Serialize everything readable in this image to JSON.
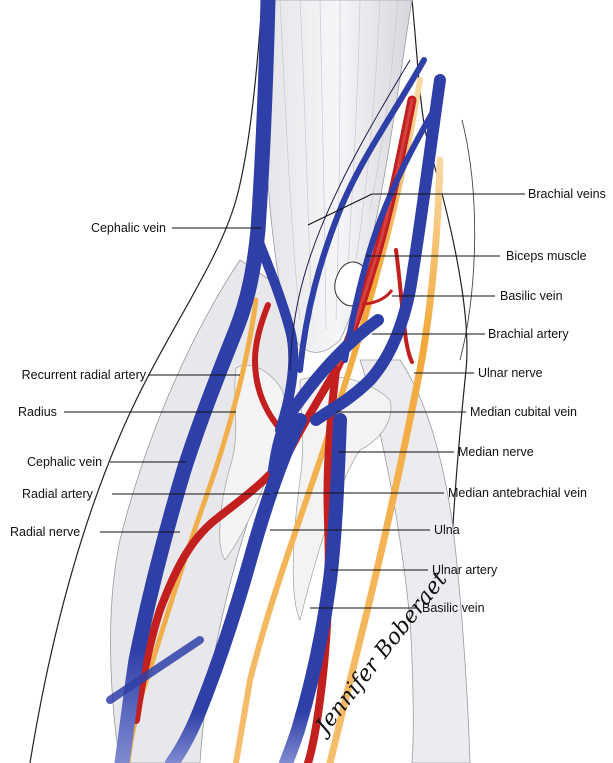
{
  "labels": {
    "cephalic_vein_top": "Cephalic vein",
    "recurrent_radial_artery": "Recurrent radial artery",
    "radius": "Radius",
    "cephalic_vein_mid": "Cephalic vein",
    "radial_artery": "Radial artery",
    "radial_nerve": "Radial nerve",
    "brachial_veins": "Brachial veins",
    "biceps_muscle": "Biceps muscle",
    "basilic_vein_top": "Basilic vein",
    "brachial_artery": "Brachial artery",
    "ulnar_nerve": "Ulnar nerve",
    "median_cubital_vein": "Median cubital vein",
    "median_nerve": "Median nerve",
    "median_antebrachial_vein": "Median antebrachial vein",
    "ulna": "Ulna",
    "ulnar_artery": "Ulnar artery",
    "basilic_vein_bottom": "Basilic vein"
  },
  "signature": "Jennifer Boberaet",
  "colors": {
    "vein": "#2f3fa8",
    "artery": "#c41f1f",
    "nerve": "#f2a93b",
    "muscle": "#c8c8cc",
    "bone": "#f4f4f4",
    "outline": "#222222"
  }
}
